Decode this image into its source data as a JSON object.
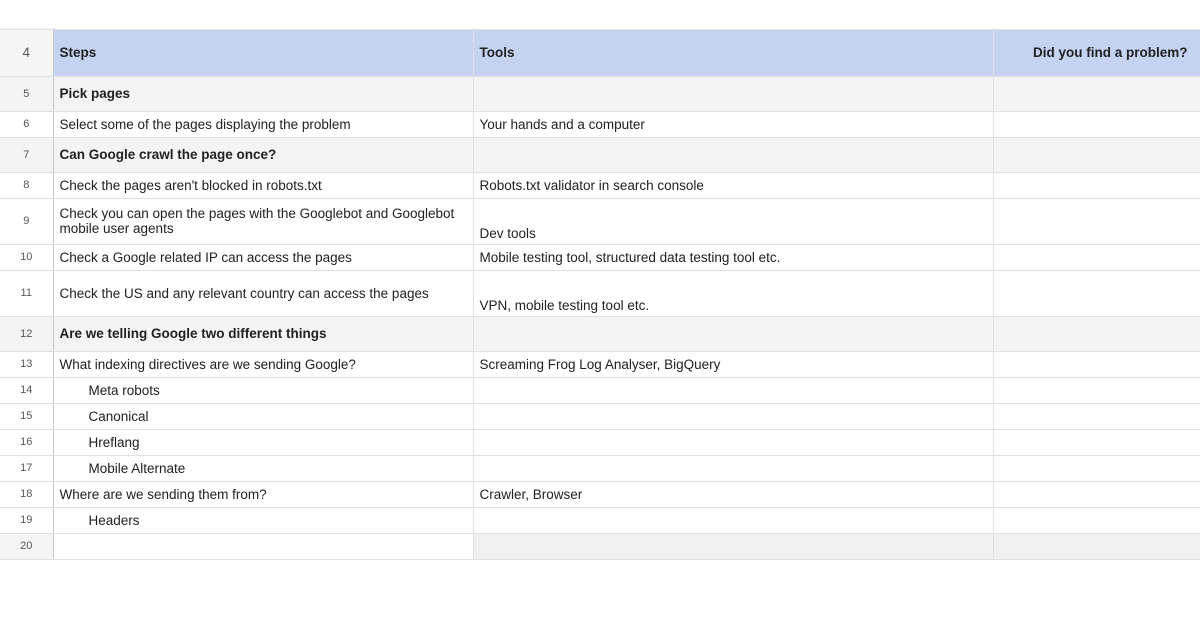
{
  "sheet": {
    "columns": [
      {
        "key": "gutter",
        "label": ""
      },
      {
        "key": "steps",
        "label": "Steps"
      },
      {
        "key": "tools",
        "label": "Tools"
      },
      {
        "key": "problem",
        "label": "Did you find a problem?"
      }
    ],
    "header_bg": "#c6d3f0",
    "section_bg": "#f4f4f4",
    "shaded_bg": "#f1f1f1",
    "gutter_bg": "#f5f5f5",
    "grid_line": "#e0e0e0",
    "rows": [
      {
        "n": "4",
        "type": "header",
        "steps": "Steps",
        "tools": "Tools",
        "problem": "Did you find a problem?"
      },
      {
        "n": "5",
        "type": "section",
        "steps": "Pick pages",
        "tools": "",
        "problem": ""
      },
      {
        "n": "6",
        "type": "entry",
        "steps": "Select some of the pages displaying the problem",
        "tools": "Your hands and a computer",
        "problem": ""
      },
      {
        "n": "7",
        "type": "section",
        "steps": "Can Google crawl the page once?",
        "tools": "",
        "problem": ""
      },
      {
        "n": "8",
        "type": "entry",
        "steps": "Check the pages aren't blocked in robots.txt",
        "tools": "Robots.txt validator in search console",
        "problem": ""
      },
      {
        "n": "9",
        "type": "entry",
        "steps": "Check you can open the pages with the Googlebot and Googlebot mobile user agents",
        "tools": "Dev tools",
        "problem": ""
      },
      {
        "n": "10",
        "type": "entry",
        "steps": "Check a Google related IP can access the pages",
        "tools": "Mobile testing tool, structured data testing tool etc.",
        "problem": ""
      },
      {
        "n": "11",
        "type": "entry",
        "steps": "Check the US and any relevant country can access the pages",
        "tools": "VPN, mobile testing tool etc.",
        "problem": ""
      },
      {
        "n": "12",
        "type": "section",
        "steps": "Are we telling Google two different things",
        "tools": "",
        "problem": ""
      },
      {
        "n": "13",
        "type": "entry",
        "steps": "What indexing directives are we sending Google?",
        "tools": "Screaming Frog Log Analyser, BigQuery",
        "problem": ""
      },
      {
        "n": "14",
        "type": "sub",
        "steps": "Meta robots",
        "tools": "",
        "problem": ""
      },
      {
        "n": "15",
        "type": "sub",
        "steps": "Canonical",
        "tools": "",
        "problem": ""
      },
      {
        "n": "16",
        "type": "sub",
        "steps": "Hreflang",
        "tools": "",
        "problem": ""
      },
      {
        "n": "17",
        "type": "sub",
        "steps": "Mobile Alternate",
        "tools": "",
        "problem": ""
      },
      {
        "n": "18",
        "type": "entry",
        "steps": "Where are we sending them from?",
        "tools": "Crawler, Browser",
        "problem": ""
      },
      {
        "n": "19",
        "type": "sub",
        "steps": "Headers",
        "tools": "",
        "problem": ""
      },
      {
        "n": "20",
        "type": "clipped",
        "steps": "",
        "tools": "",
        "problem": ""
      }
    ]
  }
}
